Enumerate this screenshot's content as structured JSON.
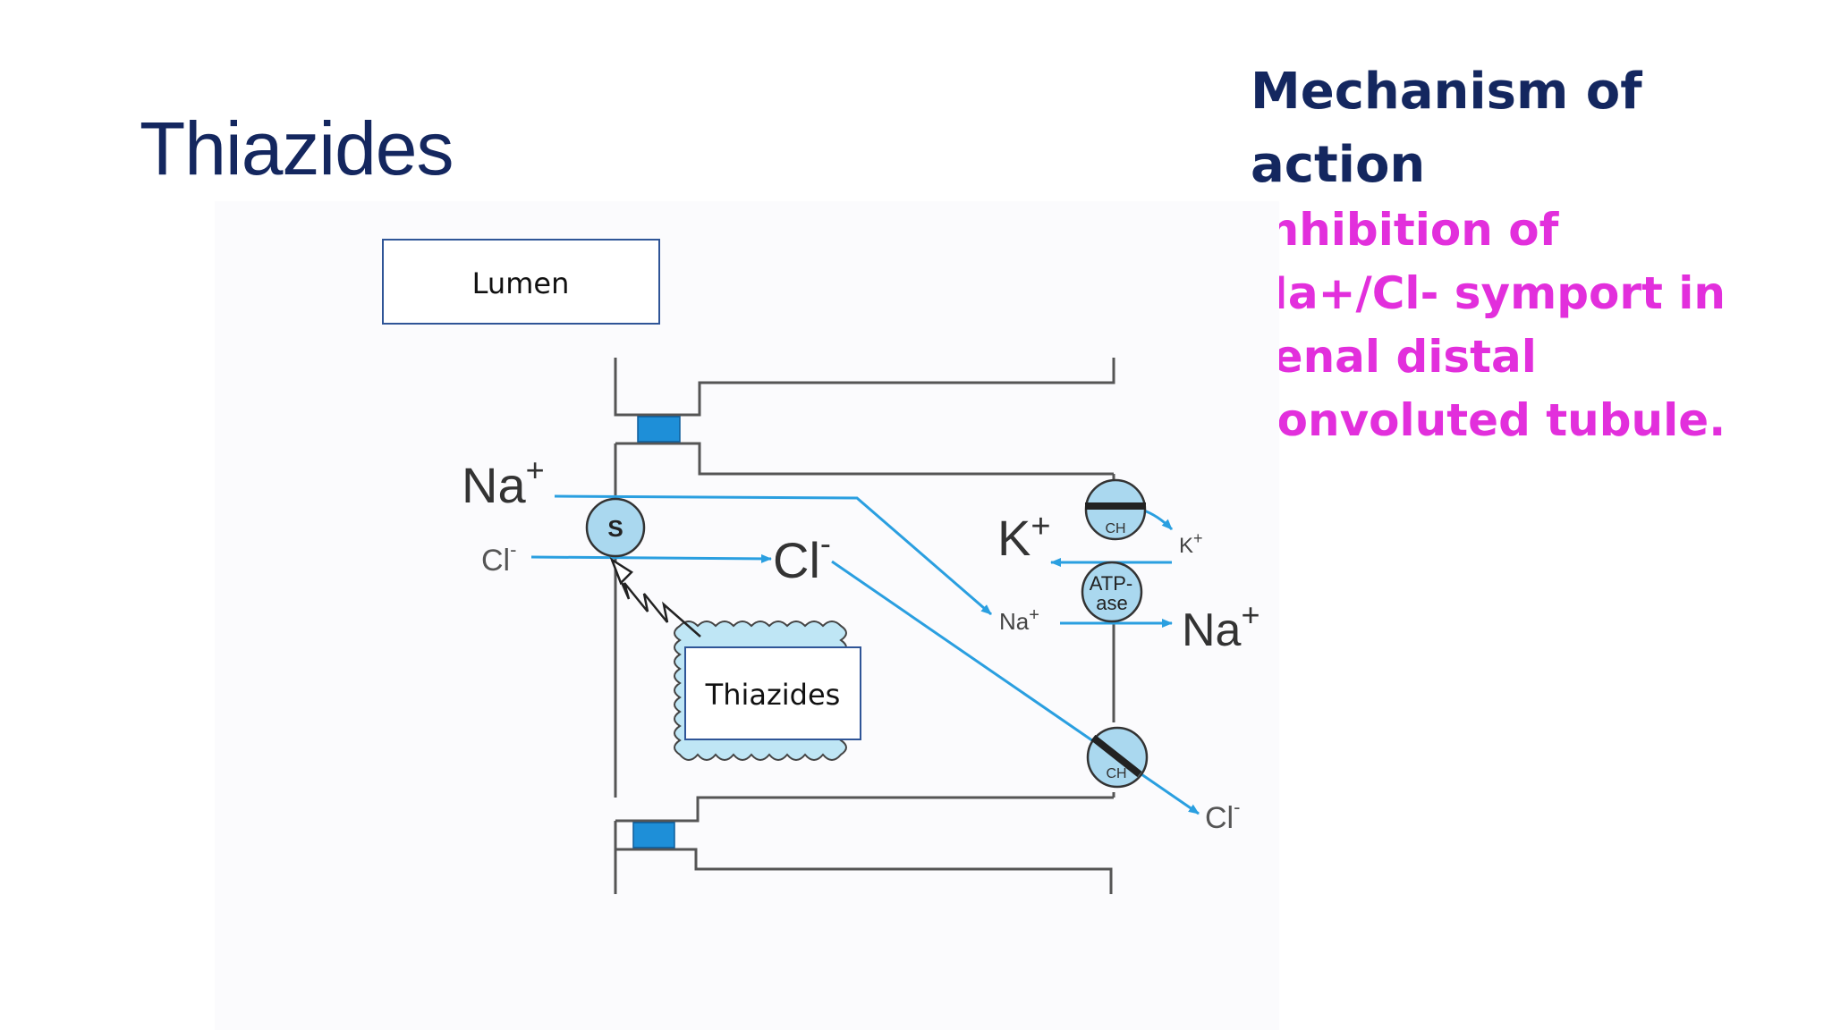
{
  "slide": {
    "title": "Thiazides",
    "side_heading_lines": [
      "Mechanism of",
      "action"
    ],
    "side_text_lines": [
      "Inhibition of",
      "Na+/Cl- symport in",
      "renal distal",
      "convoluted tubule."
    ]
  },
  "diagram": {
    "lumen_label": "Lumen",
    "drug_label": "Thiazides",
    "symporter_label": "S",
    "channel_label": "CH",
    "pump_label_top": "ATP-",
    "pump_label_bottom": "ase",
    "lumen_na_label": "Na",
    "lumen_cl_label": "Cl",
    "cell_cl_label": "Cl",
    "cell_na_label": "Na",
    "cell_k_label": "K",
    "blood_k_label": "K",
    "blood_na_label": "Na",
    "blood_cl_label": "Cl",
    "plus_sign": "+",
    "minus_sign": "-"
  },
  "colors": {
    "title_navy": "#14275f",
    "highlight_magenta": "#e22fdc",
    "arrow_blue": "#2a9fe0",
    "transporter_fill": "#aad8ef",
    "junction_blue": "#1e8fd8",
    "membrane_line": "#555555"
  }
}
